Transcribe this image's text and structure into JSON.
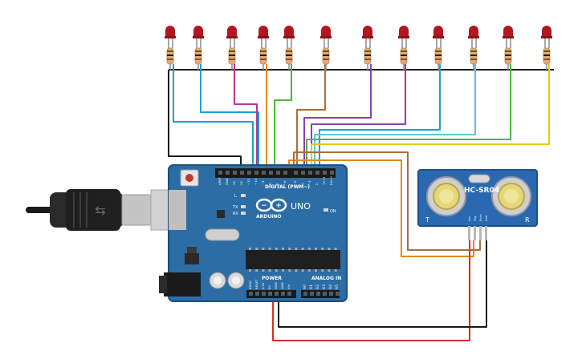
{
  "board": {
    "name": "UNO",
    "brand": "ARDUINO",
    "header_digital": "DIGITAL (PWM~)",
    "header_power": "POWER",
    "header_analog": "ANALOG IN",
    "led_on": "ON",
    "led_l": "L",
    "led_tx": "TX",
    "led_rx": "RX",
    "digital_pins": [
      "AREF",
      "GND",
      "13",
      "12",
      "~11",
      "~10",
      "~9",
      "8",
      "7",
      "~6",
      "~5",
      "4",
      "~3",
      "2",
      "TX→1",
      "RX←0"
    ],
    "power_pins": [
      "IOREF",
      "RESET",
      "3.3V",
      "5V",
      "GND",
      "GND",
      "Vin"
    ],
    "analog_pins": [
      "A0",
      "A1",
      "A2",
      "A3",
      "A4",
      "A5"
    ]
  },
  "sensor": {
    "name": "HC-SR04",
    "pins": [
      "Vcc",
      "Trig",
      "Echo",
      "Gnd"
    ],
    "left_mark": "T",
    "right_mark": "R"
  },
  "leds": {
    "count": 12,
    "color": "#b0171f"
  },
  "wire_colors": {
    "black": "#1a1a1a",
    "blue": "#1f9fd6",
    "magenta": "#c0309a",
    "orange": "#e08a16",
    "green": "#49b93a",
    "brown": "#a5713b",
    "purple": "#8a3fb8",
    "teal": "#5cc7d6",
    "yellow": "#e8c81c",
    "red": "#e02a2a"
  },
  "colors": {
    "board": "#2c6da6",
    "board_edge": "#1c4f7d",
    "sensor": "#2a69b2"
  }
}
